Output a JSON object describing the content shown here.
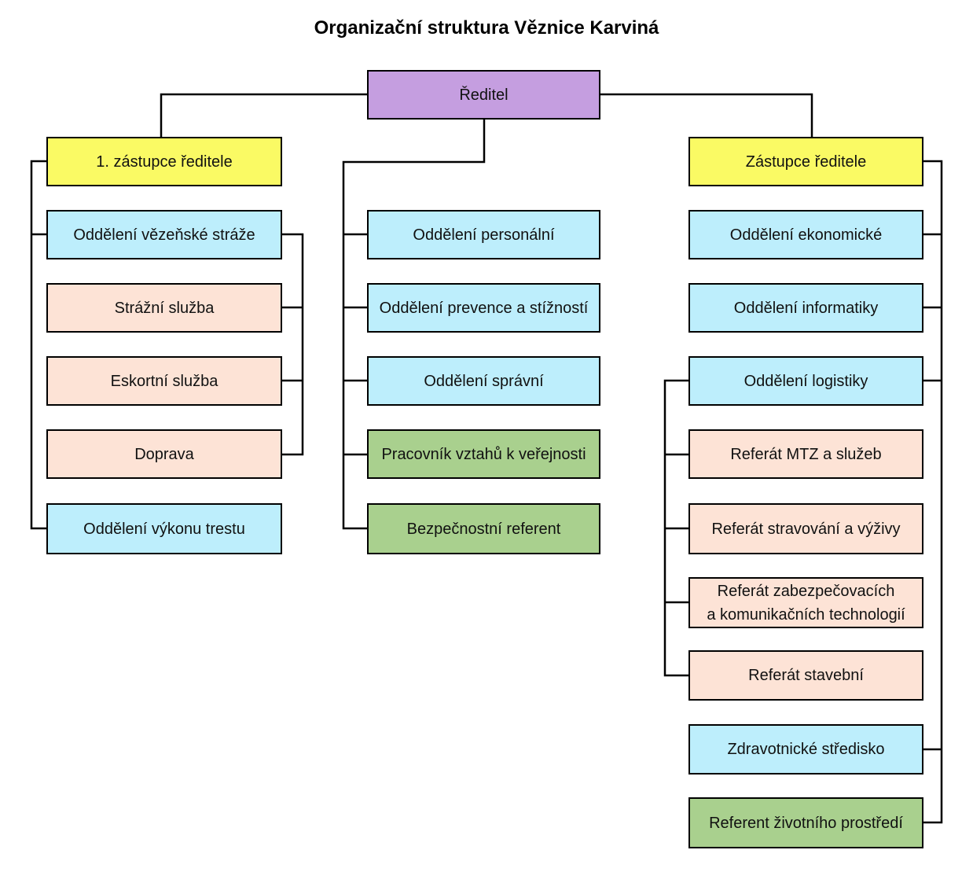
{
  "title": "Organizační struktura Věznice Karviná",
  "colors": {
    "director": "#c59ee0",
    "deputy": "#fafa64",
    "department": "#bdeefc",
    "unit": "#fde3d6",
    "staff": "#a9d08e"
  },
  "nodes": {
    "director": "Ředitel",
    "first_deputy": "1. zástupce ředitele",
    "deputy": "Zástupce ředitele",
    "guard_dept": "Oddělení vězeňské stráže",
    "guard_service": "Strážní služba",
    "escort_service": "Eskortní služba",
    "transport": "Doprava",
    "execution_dept": "Oddělení výkonu trestu",
    "personnel_dept": "Oddělení personální",
    "prevention_dept": "Oddělení prevence a stížností",
    "admin_dept": "Oddělení správní",
    "pr_officer": "Pracovník vztahů k veřejnosti",
    "security_officer": "Bezpečnostní referent",
    "economic_dept": "Oddělení ekonomické",
    "it_dept": "Oddělení informatiky",
    "logistics_dept": "Oddělení logistiky",
    "mtz_unit": "Referát MTZ a služeb",
    "catering_unit": "Referát stravování a výživy",
    "security_tech_unit_line1": "Referát zabezpečovacích",
    "security_tech_unit_line2": "a komunikačních technologií",
    "construction_unit": "Referát stavební",
    "medical_center": "Zdravotnické středisko",
    "environment_officer": "Referent životního prostředí"
  }
}
